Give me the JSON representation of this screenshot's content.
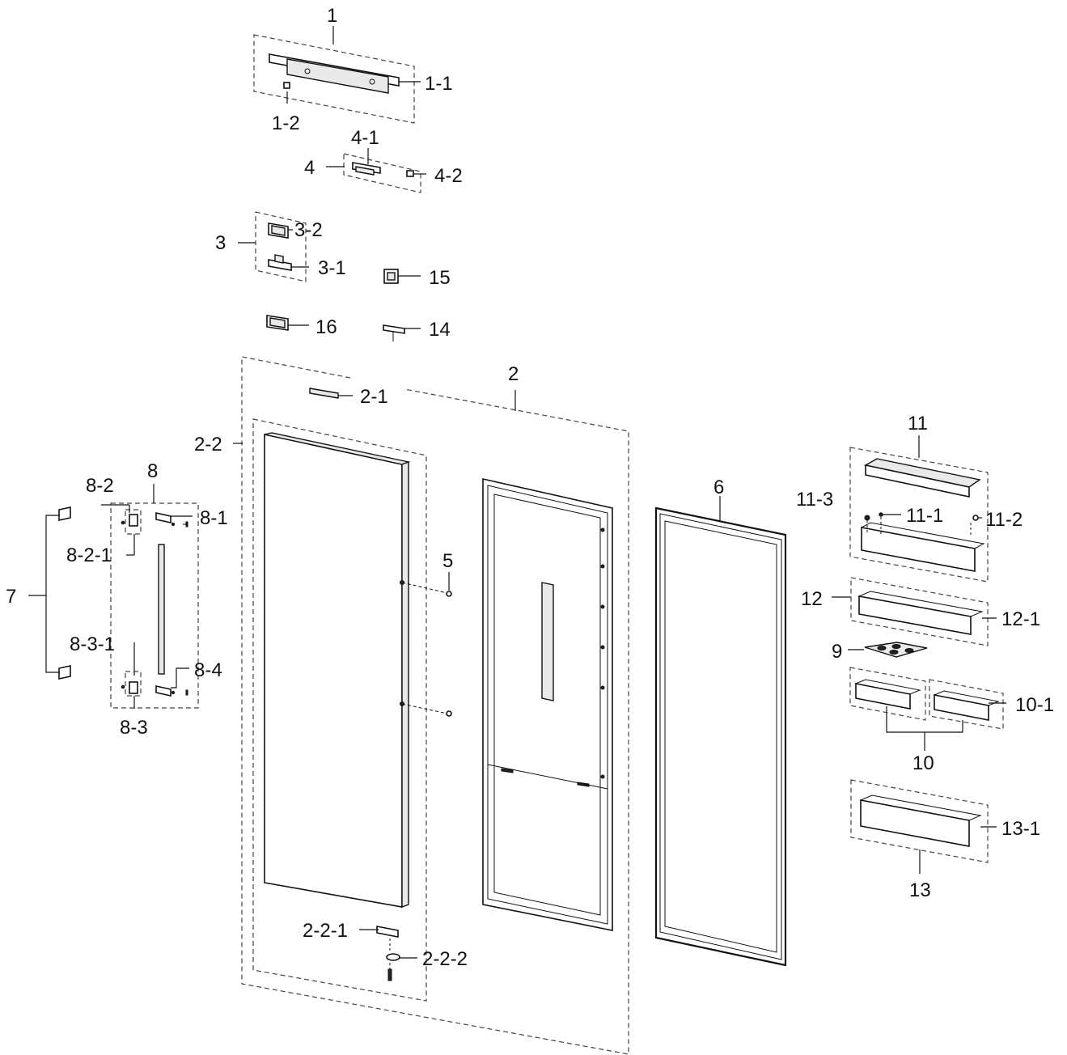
{
  "diagram": {
    "background": "#ffffff",
    "line_color": "#111111",
    "labels": {
      "p1": "1",
      "p1_1": "1-1",
      "p1_2": "1-2",
      "p4_1": "4-1",
      "p4": "4",
      "p4_2": "4-2",
      "p3": "3",
      "p3_2": "3-2",
      "p3_1": "3-1",
      "p15": "15",
      "p16": "16",
      "p14": "14",
      "p2": "2",
      "p2_1": "2-1",
      "p2_2": "2-2",
      "p8": "8",
      "p8_2": "8-2",
      "p8_1": "8-1",
      "p8_2_1": "8-2-1",
      "p7": "7",
      "p8_3_1": "8-3-1",
      "p8_4": "8-4",
      "p8_3": "8-3",
      "p5": "5",
      "p6": "6",
      "p11": "11",
      "p11_3": "11-3",
      "p11_1": "11-1",
      "p11_2": "11-2",
      "p12": "12",
      "p12_1": "12-1",
      "p9": "9",
      "p10_1": "10-1",
      "p10": "10",
      "p13_1": "13-1",
      "p13": "13",
      "p2_2_1": "2-2-1",
      "p2_2_2": "2-2-2"
    }
  }
}
